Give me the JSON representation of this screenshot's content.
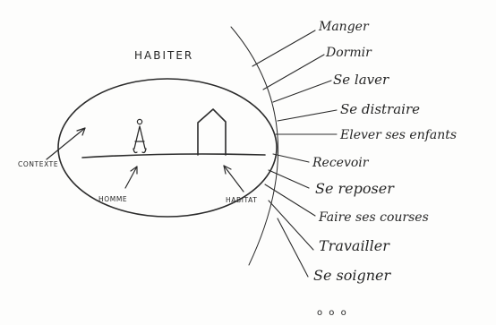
{
  "title": "HABITER",
  "labels": {
    "contexte": "CONTEXTE",
    "homme": "HOMME",
    "habitat": "HABITAT"
  },
  "activities": [
    "Manger",
    "Dormir",
    "Se laver",
    "Se distraire",
    "Elever ses enfants",
    "Recevoir",
    "Se reposer",
    "Faire ses courses",
    "Travailler",
    "Se soigner"
  ],
  "continuation": "o o o"
}
